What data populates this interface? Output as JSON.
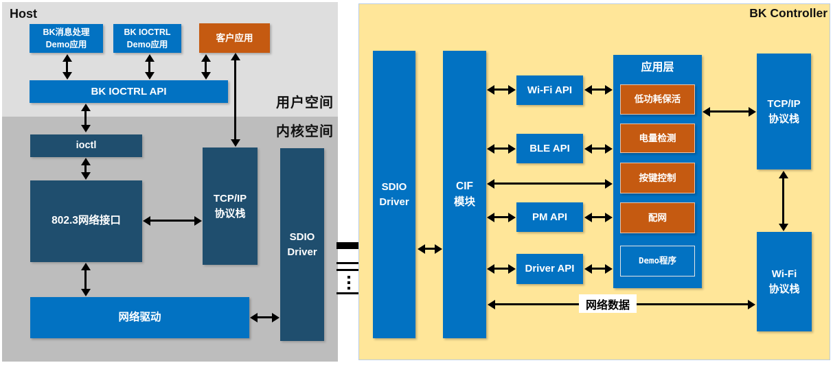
{
  "colors": {
    "bright_blue": "#0272C2",
    "dark_blue": "#1F4E6E",
    "orange": "#C55A11",
    "panel_yellow": "#FFE699",
    "user_space_gray": "#DEDEDE",
    "kernel_space_gray": "#BDBDBD"
  },
  "host": {
    "title": "Host",
    "user_space_label": "用户空间",
    "kernel_space_label": "内核空间",
    "boxes": {
      "bk_msg_demo": "BK消息处理\nDemo应用",
      "bk_ioctrl_demo": "BK IOCTRL\nDemo应用",
      "customer_app": "客户应用",
      "bk_ioctrl_api": "BK IOCTRL API",
      "ioctl": "ioctl",
      "eth_interface": "802.3网络接口",
      "tcpip_stack": "TCP/IP\n协议栈",
      "sdio_driver": "SDIO\nDriver",
      "net_driver": "网络驱动"
    }
  },
  "controller": {
    "title": "BK Controller",
    "boxes": {
      "sdio_driver": "SDIO\nDriver",
      "cif_module": "CIF\n模块",
      "wifi_api": "Wi-Fi API",
      "ble_api": "BLE API",
      "pm_api": "PM API",
      "driver_api": "Driver API",
      "tcpip_stack": "TCP/IP\n协议栈",
      "wifi_stack": "Wi-Fi\n协议栈"
    },
    "app_layer": {
      "title": "应用层",
      "items": [
        "低功耗保活",
        "电量检测",
        "按键控制",
        "配网"
      ],
      "demo_item": "Demo程序"
    },
    "net_data_label": "网络数据"
  }
}
